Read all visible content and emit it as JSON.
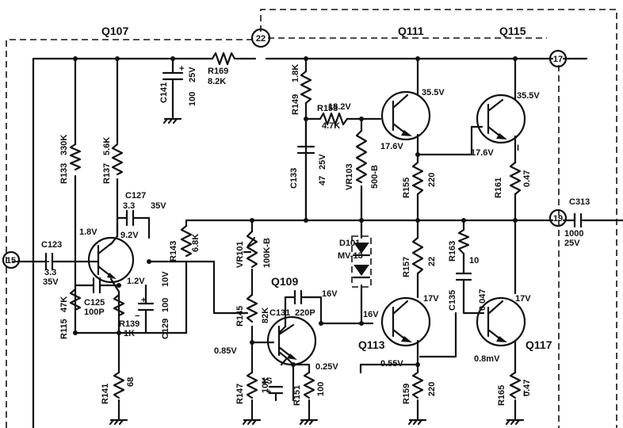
{
  "sections": {
    "q107": "Q107",
    "q111": "Q111",
    "q115": "Q115"
  },
  "nodes": {
    "n15": "15",
    "n17": "17",
    "n19": "19",
    "n22": "22"
  },
  "transistors": {
    "q109": "Q109",
    "q113": "Q113",
    "q117": "Q117"
  },
  "components": {
    "c123": "C123",
    "c123_val": "3.3",
    "c123_v": "35V",
    "c125": "C125",
    "c125_val": "100P",
    "c127": "C127",
    "c127_val": "3.3",
    "c127_v": "35V",
    "c129": "C129",
    "c129_val": "100",
    "c129_v": "10V",
    "c131": "C131",
    "c131_val": "220P",
    "c133": "C133",
    "c133_val": "47",
    "c133_v": "25V",
    "c135": "C135",
    "c135_val": "0.047",
    "c141": "C141",
    "c141_val": "100",
    "c141_v": "25V",
    "c313": "C313",
    "c313_val": "1000",
    "c313_v": "25V",
    "r115": "R115",
    "r115_val": "47K",
    "r133": "R133",
    "r133_val": "330K",
    "r137": "R137",
    "r137_val": "5.6K",
    "r139": "R139",
    "r139_val": "1K",
    "r141": "R141",
    "r141_val": "68",
    "r143": "R143",
    "r143_val": "6.8K",
    "r145": "R145",
    "r145_val": "82K",
    "r147": "R147",
    "r147_val": "10K",
    "r149": "R149",
    "r149_val": "1.8K",
    "r151": "R151",
    "r151_val": "100",
    "r153": "R153",
    "r153_val": "4.7K",
    "r155": "R155",
    "r155_val": "220",
    "r157": "R157",
    "r157_val": "22",
    "r159": "R159",
    "r159_val": "220",
    "r161": "R161",
    "r161_val": "0.47",
    "r163": "R163",
    "r163_val": "10",
    "r165": "R165",
    "r165_val": "0.47",
    "r169": "R169",
    "r169_val": "8.2K",
    "vr101": "VR101",
    "vr101_val": "100K-B",
    "vr103": "VR103",
    "vr103_val": "500-B",
    "d101": "D101",
    "d101_val": "MV-13",
    "cap_minus": "−",
    "cap_plus": "+",
    "mark_i": "I",
    "mark_s": "1S"
  },
  "voltages": {
    "v1_8": "1.8V",
    "v9_2": "9.2V",
    "v1_2": "1.2V",
    "v18_2": "18.2V",
    "v35_5a": "35.5V",
    "v35_5b": "35.5V",
    "v17_6a": "17.6V",
    "v17_6b": "17.6V",
    "v16a": "16V",
    "v16b": "16V",
    "v17a": "17V",
    "v17b": "17V",
    "v0_85": "0.85V",
    "v0_25": "0.25V",
    "v0_55": "0.55V",
    "v0_8mv": "0.8mV"
  }
}
